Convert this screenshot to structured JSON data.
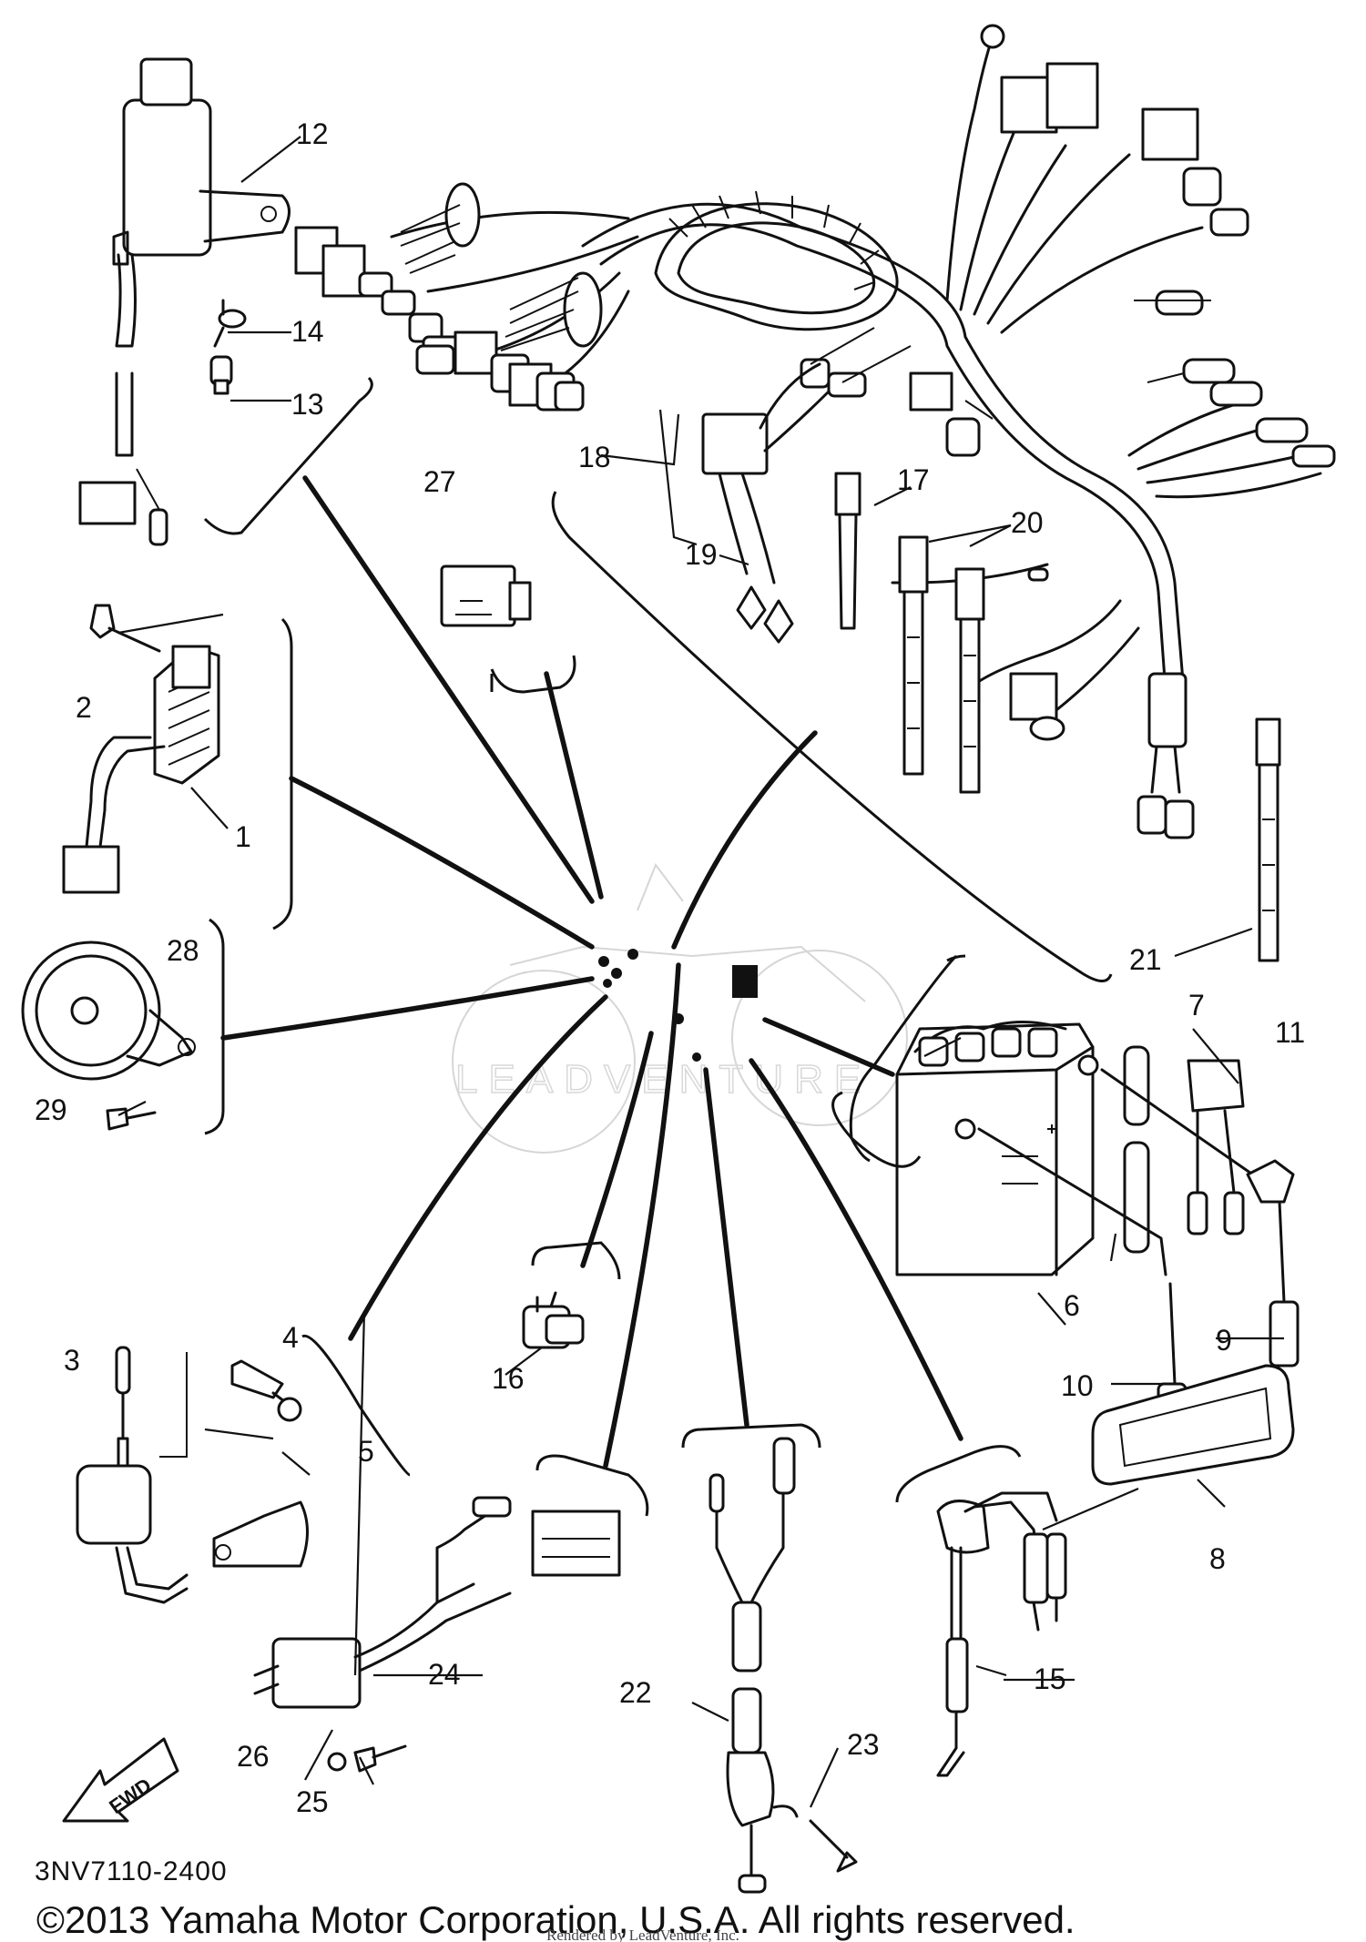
{
  "diagram": {
    "drawing_code": "3NV7110-2400",
    "copyright": "©2013 Yamaha Motor Corporation, U.S.A. All rights reserved.",
    "rendered_by": "Rendered by LeadVenture, Inc.",
    "watermark": "LEADVENTURE",
    "fwd_label": "FWD",
    "callouts": [
      "1",
      "2",
      "3",
      "4",
      "5",
      "6",
      "7",
      "8",
      "9",
      "10",
      "11",
      "12",
      "13",
      "14",
      "15",
      "16",
      "17",
      "18",
      "19",
      "20",
      "21",
      "22",
      "23",
      "24",
      "25",
      "26",
      "27",
      "28",
      "29"
    ]
  }
}
